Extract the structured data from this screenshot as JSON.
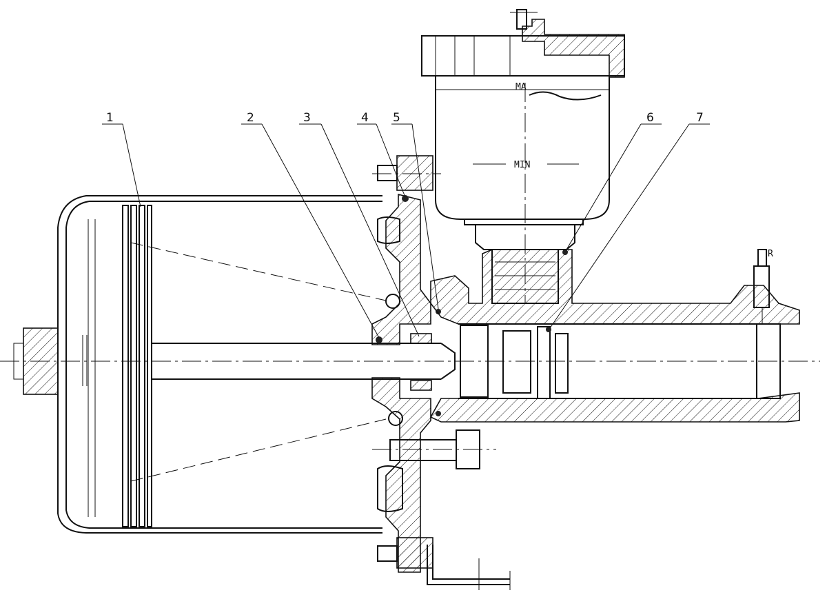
{
  "callouts": [
    "1",
    "2",
    "3",
    "4",
    "5",
    "6",
    "7"
  ],
  "reservoir": {
    "max_label": "MA",
    "min_label": "MIN"
  },
  "fitting_label": "R"
}
